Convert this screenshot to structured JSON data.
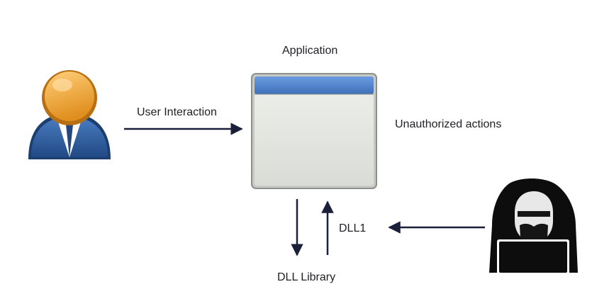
{
  "diagram": {
    "application_label": "Application",
    "user_interaction_label": "User Interaction",
    "unauthorized_label": "Unauthorized actions",
    "dll1_label": "DLL1",
    "dll_library_label": "DLL Library"
  },
  "icons": {
    "user": "user-icon",
    "application_window": "application-window-icon",
    "attacker": "hooded-attacker-icon"
  },
  "colors": {
    "arrow": "#1a1f3a",
    "user_head": "#f0a531",
    "user_body": "#2f5f9e",
    "window_titlebar": "#4a7cc3",
    "window_body": "#e3e5e1",
    "attacker": "#0d0d0d"
  }
}
